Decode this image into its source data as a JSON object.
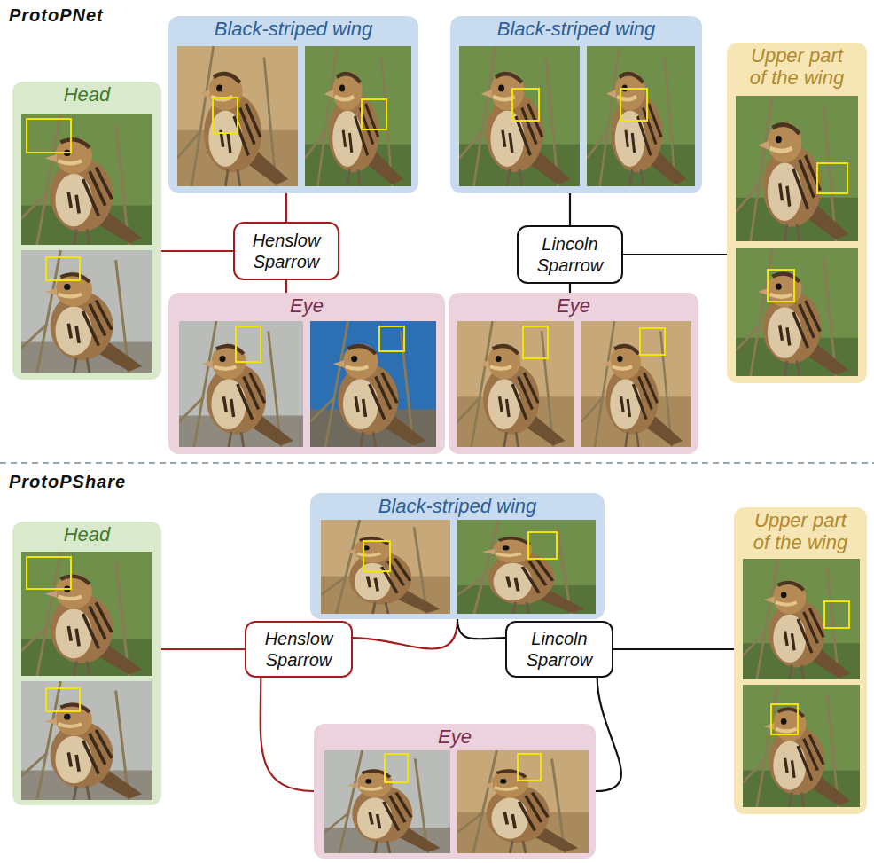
{
  "diagram": {
    "nodes": [
      {
        "text": [
          "Black-striped wing"
        ]
      },
      {
        "text": [
          "Black-striped wing"
        ]
      },
      {
        "text": [
          "Upper part of the wing"
        ]
      },
      {
        "text": [
          "Head"
        ]
      },
      {
        "text": [
          "Henslow Sparrow"
        ]
      },
      {
        "text": [
          "Lincoln Sparrow"
        ]
      },
      {
        "text": [
          "Eye"
        ]
      },
      {
        "text": [
          "Eye"
        ]
      },
      {
        "text": [
          "Black-striped wing"
        ]
      },
      {
        "text": [
          "Upper part of the wing"
        ]
      },
      {
        "text": [
          "Head"
        ]
      },
      {
        "text": [
          "Henslow Sparrow"
        ]
      },
      {
        "text": [
          "Lincoln Sparrow"
        ]
      },
      {
        "text": [
          "Eye"
        ]
      }
    ],
    "edges": [
      {
        "from": 4,
        "to": 3,
        "arrow": "none"
      },
      {
        "from": 4,
        "to": 0,
        "arrow": "none"
      },
      {
        "from": 4,
        "to": 6,
        "arrow": "none"
      },
      {
        "from": 5,
        "to": 1,
        "arrow": "none"
      },
      {
        "from": 5,
        "to": 2,
        "arrow": "none"
      },
      {
        "from": 5,
        "to": 7,
        "arrow": "none"
      },
      {
        "from": 11,
        "to": 10,
        "arrow": "none"
      },
      {
        "from": 11,
        "to": 8,
        "arrow": "none"
      },
      {
        "from": 11,
        "to": 13,
        "arrow": "none"
      },
      {
        "from": 12,
        "to": 8,
        "arrow": "none"
      },
      {
        "from": 12,
        "to": 13,
        "arrow": "none"
      },
      {
        "from": 12,
        "to": 9,
        "arrow": "none"
      }
    ],
    "labels": [
      "ProtoPNet",
      "ProtoPShare"
    ]
  }
}
